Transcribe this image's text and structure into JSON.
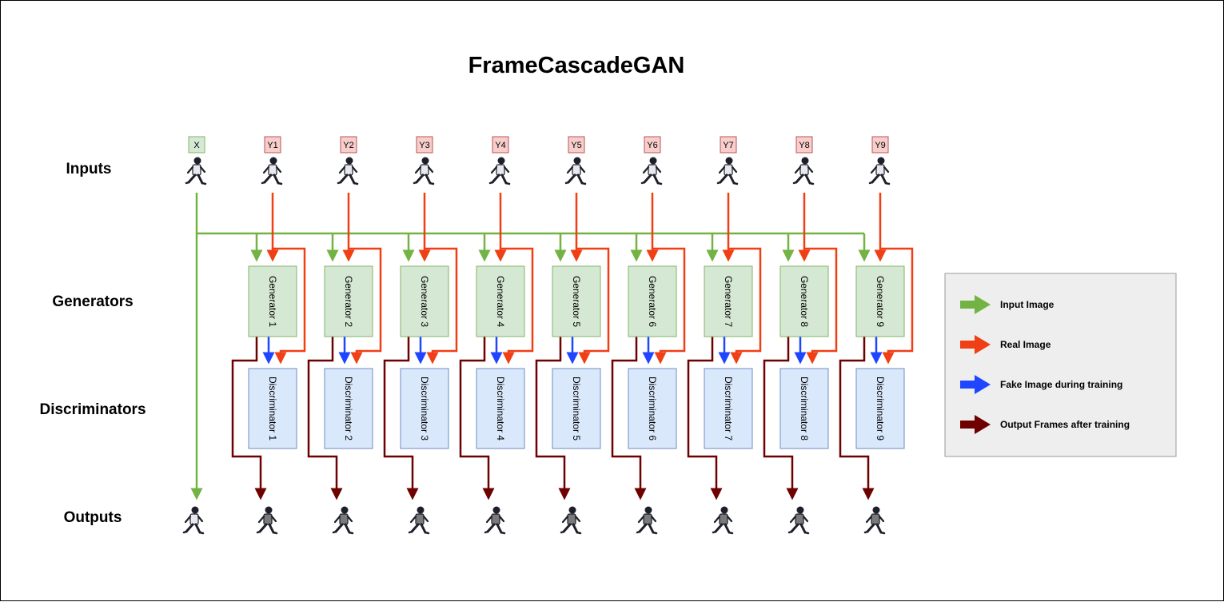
{
  "title": "FrameCascadeGAN",
  "row_labels": {
    "inputs": "Inputs",
    "generators": "Generators",
    "discriminators": "Discriminators",
    "outputs": "Outputs"
  },
  "input_x": {
    "label": "X"
  },
  "stages": [
    {
      "input_label": "Y1",
      "generator": "Generator 1",
      "discriminator": "Discriminator 1"
    },
    {
      "input_label": "Y2",
      "generator": "Generator 2",
      "discriminator": "Discriminator 2"
    },
    {
      "input_label": "Y3",
      "generator": "Generator 3",
      "discriminator": "Discriminator 3"
    },
    {
      "input_label": "Y4",
      "generator": "Generator 4",
      "discriminator": "Discriminator 4"
    },
    {
      "input_label": "Y5",
      "generator": "Generator 5",
      "discriminator": "Discriminator 5"
    },
    {
      "input_label": "Y6",
      "generator": "Generator 6",
      "discriminator": "Discriminator 6"
    },
    {
      "input_label": "Y7",
      "generator": "Generator 7",
      "discriminator": "Discriminator 7"
    },
    {
      "input_label": "Y8",
      "generator": "Generator 8",
      "discriminator": "Discriminator 8"
    },
    {
      "input_label": "Y9",
      "generator": "Generator 9",
      "discriminator": "Discriminator 9"
    }
  ],
  "legend": [
    {
      "label": "Input Image",
      "color": "#72b343"
    },
    {
      "label": "Real Image",
      "color": "#f03e15"
    },
    {
      "label": "Fake Image during training",
      "color": "#1f45ff"
    },
    {
      "label": "Output Frames after training",
      "color": "#6e0000"
    }
  ],
  "colors": {
    "input": "#72b343",
    "real": "#f03e15",
    "fake": "#1f45ff",
    "output": "#6e0000",
    "generator_fill": "#d5e8d4",
    "generator_stroke": "#82b366",
    "discriminator_fill": "#dae8fc",
    "discriminator_stroke": "#6c8ebf",
    "x_tag_fill": "#d5e8d4",
    "y_tag_fill": "#f8cecc",
    "legend_fill": "#eeeeee"
  }
}
